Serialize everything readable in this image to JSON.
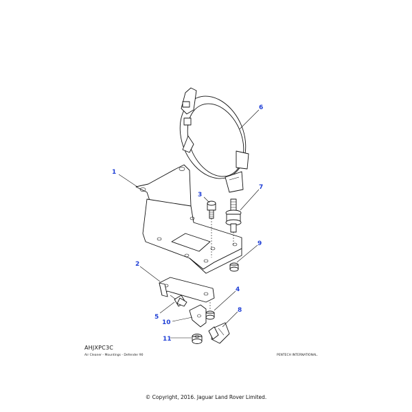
{
  "diagram": {
    "ref_code": "AHJXPC3C",
    "caption": "Air Cleaner - Mountings - Defender 90",
    "publisher": "PENTECH INTERNATIONAL.",
    "copyright": "© Copyright, 2016. Jaguar Land Rover Limited."
  },
  "callouts": [
    {
      "id": "1",
      "label": "1"
    },
    {
      "id": "2",
      "label": "2"
    },
    {
      "id": "3",
      "label": "3"
    },
    {
      "id": "4",
      "label": "4"
    },
    {
      "id": "5",
      "label": "5"
    },
    {
      "id": "6",
      "label": "6"
    },
    {
      "id": "7",
      "label": "7"
    },
    {
      "id": "8",
      "label": "8"
    },
    {
      "id": "9",
      "label": "9"
    },
    {
      "id": "10",
      "label": "10"
    },
    {
      "id": "11",
      "label": "11"
    }
  ],
  "colors": {
    "callout": "#1f3fd6",
    "line": "#111111"
  }
}
